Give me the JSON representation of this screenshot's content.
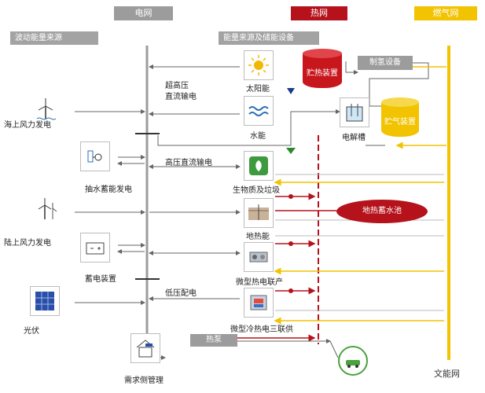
{
  "headers": {
    "grid": "电网",
    "heat": "热网",
    "gas": "燃气网"
  },
  "sections": {
    "variable_sources": "波动能量来源",
    "sources_and_storage": "能量来源及储能设备"
  },
  "transmission": {
    "uhvdc": [
      "超高压",
      "直流输电"
    ],
    "hvdc": "高压直流输电",
    "lv_distribution": "低压配电"
  },
  "left_items": [
    "海上风力发电",
    "抽水蓄能发电",
    "陆上风力发电",
    "蓄电装置",
    "光伏"
  ],
  "center_items": [
    "太阳能",
    "水能",
    "生物质及垃圾",
    "地热能",
    "微型热电联产",
    "微型冷热电三联供"
  ],
  "right_items": {
    "electrolyzer": "电解槽",
    "heat_storage": "贮热装置",
    "gas_storage": "贮气装置",
    "hydrogen": "制氢设备",
    "geothermal_pool": "地热蓄水池"
  },
  "bottom": {
    "heat_pump": "热泵",
    "demand_side": "需求侧管理"
  },
  "watermark": "文能网",
  "colors": {
    "grid": "#9c9c9c",
    "heat": "#b5121b",
    "gas": "#f2c300",
    "line": "#666666"
  }
}
